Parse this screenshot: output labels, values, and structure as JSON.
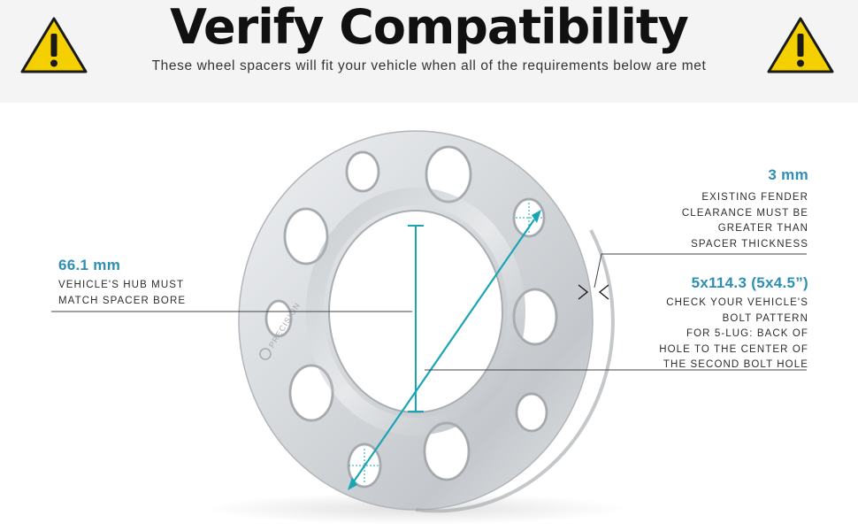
{
  "header": {
    "title": "Verify Compatibility",
    "subtitle": "These wheel spacers will fit your vehicle when all of the requirements below are met",
    "warning_icon_color": "#f4d000"
  },
  "callouts": {
    "hub_bore": {
      "value": "66.1 mm",
      "lines": [
        "VEHICLE'S HUB MUST",
        "MATCH SPACER BORE"
      ]
    },
    "thickness": {
      "value": "3 mm",
      "lines": [
        "EXISTING FENDER",
        "CLEARANCE MUST BE",
        "GREATER THAN",
        "SPACER THICKNESS"
      ]
    },
    "bolt_pattern": {
      "value": "5x114.3 (5x4.5”)",
      "lines": [
        "CHECK YOUR VEHICLE'S",
        "BOLT PATTERN",
        "FOR 5-LUG: BACK OF",
        "HOLE TO THE CENTER OF",
        "THE SECOND BOLT HOLE"
      ]
    }
  },
  "spacer": {
    "brand_text": "PRECISION",
    "measure_color": "#1aa5b5"
  }
}
